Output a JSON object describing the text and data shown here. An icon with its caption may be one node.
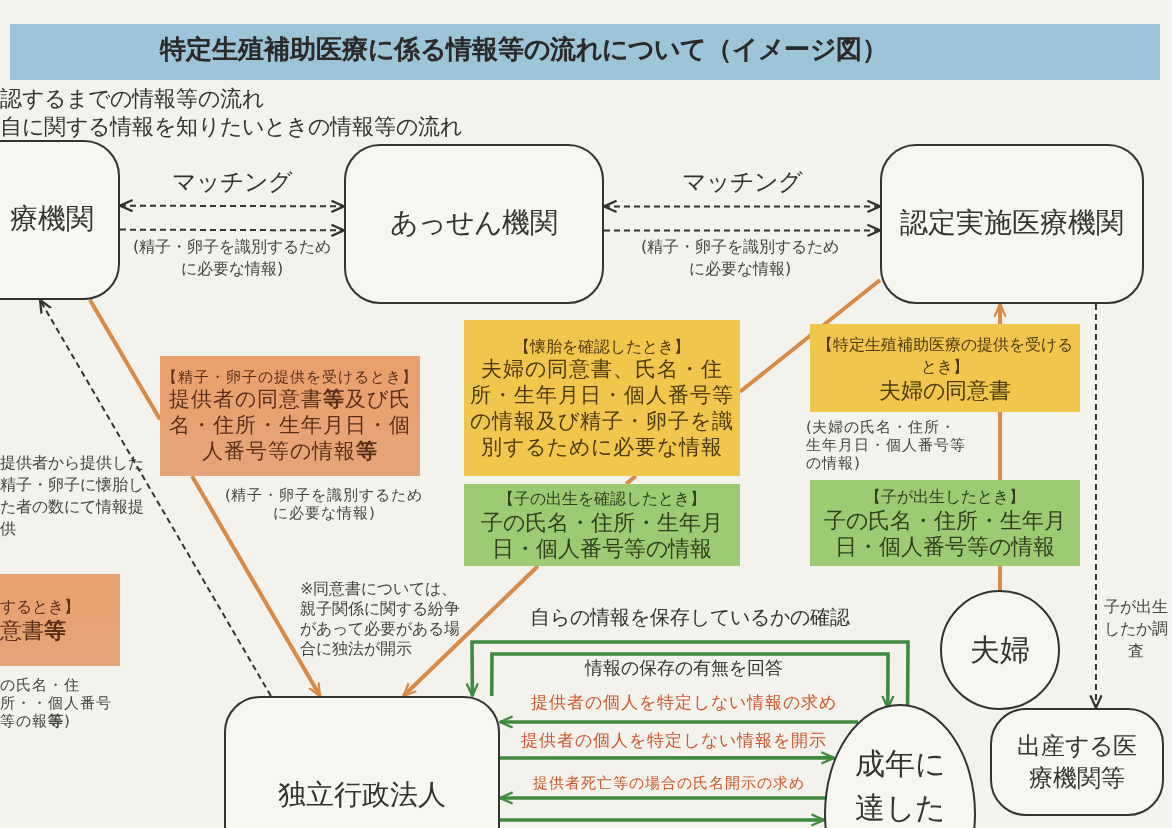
{
  "diagram": {
    "title": "特定生殖補助医療に係る情報等の流れについて（イメージ図）",
    "nodes": [
      {
        "text": [
          "療機関"
        ]
      },
      {
        "text": [
          "あっせん機関"
        ]
      },
      {
        "text": [
          "認定実施医療機関"
        ]
      },
      {
        "text": [
          "【精子・卵子の提供を受けるとき】",
          "提供者の同意書**等**及び氏名・住所・生年月日・個人番号等の情報**等**"
        ],
        "beside": [
          "(精子・卵子を識別するために必要な情報)"
        ]
      },
      {
        "text": [
          "【懐胎を確認したとき】",
          "夫婦の同意書、氏名・住所・生年月日・個人番号等の情報及び精子・卵子を識別するために必要な情報"
        ]
      },
      {
        "text": [
          "【子の出生を確認したとき】",
          "子の氏名・住所・生年月日・個人番号等の情報"
        ]
      },
      {
        "text": [
          "【特定生殖補助医療の提供を受けるとき】",
          "夫婦の同意書"
        ],
        "beside": [
          "(夫婦の氏名・住所・生年月日・個人番号等の情報)"
        ]
      },
      {
        "text": [
          "【子が出生したとき】",
          "子の氏名・住所・生年月日・個人番号等の情報"
        ]
      },
      {
        "text": [
          "夫婦"
        ]
      },
      {
        "text": [
          "するとき】",
          "意書**等**"
        ],
        "beside": [
          "の氏名・住所・・個人番号等の報**等**)"
        ]
      },
      {
        "text": [
          "独立行政法人"
        ]
      },
      {
        "text": [
          "成年に達した"
        ]
      },
      {
        "text": [
          "出産する医療機関等"
        ]
      }
    ],
    "edges": [
      {
        "from": 0,
        "to": 1,
        "arrow": "both",
        "style": "dashed",
        "color": "#333333",
        "label": "マッチング"
      },
      {
        "from": 0,
        "to": 1,
        "arrow": "to",
        "style": "dashed",
        "color": "#333333",
        "label": "(精子・卵子を識別するために必要な情報)"
      },
      {
        "from": 1,
        "to": 2,
        "arrow": "both",
        "style": "dashed",
        "color": "#333333",
        "label": "マッチング"
      },
      {
        "from": 1,
        "to": 2,
        "arrow": "to",
        "style": "dashed",
        "color": "#333333",
        "label": "(精子・卵子を識別するために必要な情報)"
      },
      {
        "from": 0,
        "to": 3,
        "arrow": "none"
      },
      {
        "from": 3,
        "to": 10,
        "arrow": "to"
      },
      {
        "from": 2,
        "to": 4,
        "arrow": "none"
      },
      {
        "from": 4,
        "to": 5,
        "arrow": "none"
      },
      {
        "from": 5,
        "to": 10,
        "arrow": "to"
      },
      {
        "from": 8,
        "to": 7,
        "arrow": "none"
      },
      {
        "from": 7,
        "to": 6,
        "arrow": "none"
      },
      {
        "from": 6,
        "to": 2,
        "arrow": "to"
      },
      {
        "from": 2,
        "to": 12,
        "arrow": "to",
        "style": "dashed",
        "color": "#333333",
        "label": "子が出生したか調査"
      },
      {
        "from": 10,
        "to": 0,
        "arrow": "to",
        "style": "dashed",
        "color": "#333333"
      },
      {
        "from": 11,
        "to": 10,
        "arrow": "to",
        "color": "#3f8a3f",
        "label": "自らの情報を保存しているかの確認"
      },
      {
        "from": 10,
        "to": 11,
        "arrow": "to",
        "color": "#3f8a3f",
        "label": "情報の保存の有無を回答"
      },
      {
        "from": 11,
        "to": 10,
        "arrow": "to",
        "color": "#3f8a3f",
        "label": "提供者の個人を特定しない情報の求め"
      },
      {
        "from": 10,
        "to": 11,
        "arrow": "to",
        "color": "#3f8a3f",
        "label": "提供者の個人を特定しない情報を開示"
      },
      {
        "from": 11,
        "to": 10,
        "arrow": "to",
        "color": "#3f8a3f",
        "label": "提供者死亡等の場合の氏名開示の求め"
      },
      {
        "from": 10,
        "to": 11,
        "arrow": "to",
        "color": "#3f8a3f"
      }
    ],
    "labels": [
      "認するまでの情報等の流れ",
      "自に関する情報を知りたいときの情報等の流れ",
      "提供者から提供した精子・卵子に懐胎した者の数にて情報提供",
      "※同意書については、親子関係に関する紛争があって必要がある場合に独法が開示"
    ]
  }
}
